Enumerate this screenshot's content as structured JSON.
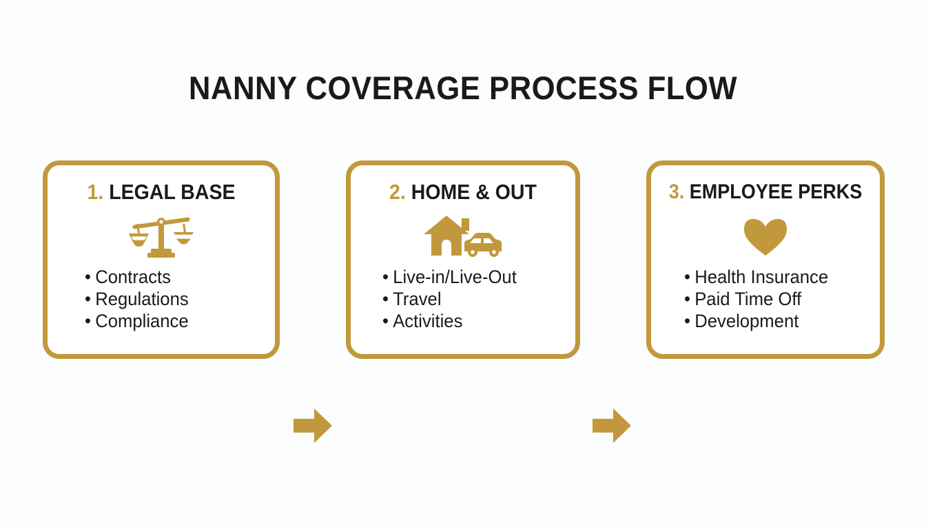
{
  "title": "NANNY COVERAGE PROCESS FLOW",
  "theme": {
    "gold": "#C2983C",
    "text": "#1A1A1A",
    "card_bg": "#FFFFFF",
    "page_bg": "#FCFDFD"
  },
  "steps": [
    {
      "number": "1.",
      "heading": "LEGAL BASE",
      "icon": "scales-of-justice-icon",
      "bullets": [
        "Contracts",
        "Regulations",
        "Compliance"
      ]
    },
    {
      "number": "2.",
      "heading": "HOME & OUT",
      "icon": "house-and-car-icon",
      "bullets": [
        "Live-in/Live-Out",
        "Travel",
        "Activities"
      ]
    },
    {
      "number": "3.",
      "heading": "EMPLOYEE PERKS",
      "icon": "heart-icon",
      "bullets": [
        "Health Insurance",
        "Paid Time Off",
        "Development"
      ]
    }
  ],
  "connectors": [
    {
      "name": "arrow-right-icon"
    },
    {
      "name": "arrow-right-icon"
    }
  ]
}
